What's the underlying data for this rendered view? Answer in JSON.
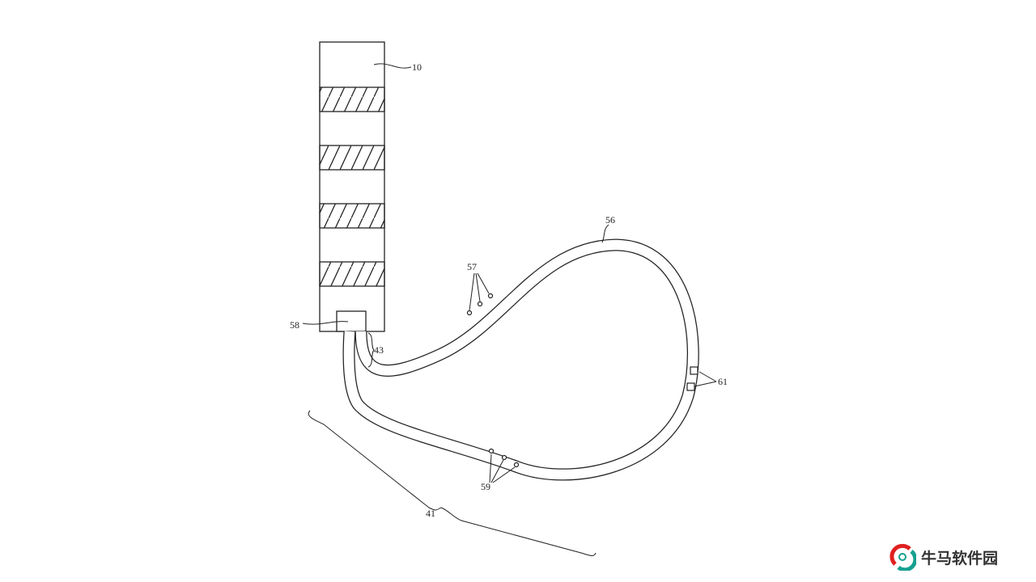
{
  "labels": {
    "device": "10",
    "strap": "56",
    "sensors_upper": "57",
    "module": "58",
    "connector": "43",
    "elements_right": "61",
    "sensors_lower": "59",
    "assembly": "41"
  },
  "watermark": {
    "text": "牛马软件园",
    "colors": [
      "#e02020",
      "#16a090"
    ]
  }
}
